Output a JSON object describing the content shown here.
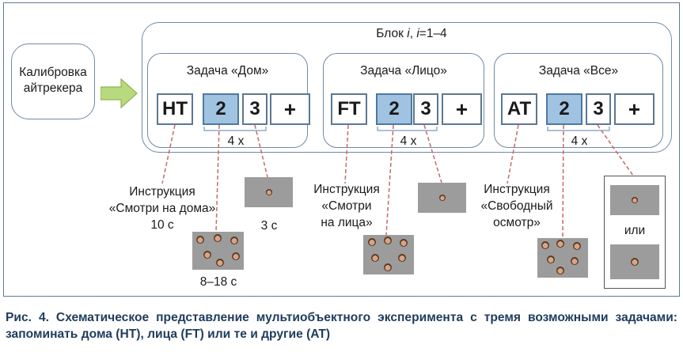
{
  "calibration": "Калибровка айтрекера",
  "block_title_prefix": "Блок ",
  "block_i": "i",
  "block_eq": ", ",
  "block_i2": "i",
  "block_range": "=1–4",
  "tasks": [
    {
      "title": "Задача «Дом»",
      "code": "HT",
      "n2": "2",
      "n3": "3",
      "plus": "+",
      "repeat": "4 x"
    },
    {
      "title": "Задача «Лицо»",
      "code": "FT",
      "n2": "2",
      "n3": "3",
      "plus": "+",
      "repeat": "4 x"
    },
    {
      "title": "Задача «Все»",
      "code": "AT",
      "n2": "2",
      "n3": "3",
      "plus": "+",
      "repeat": "4 x"
    }
  ],
  "instructions": {
    "houses": [
      "Инструкция",
      "«Смотри на дома»",
      "10 с"
    ],
    "faces": [
      "Инструкция",
      "«Смотри",
      "на лица»"
    ],
    "free": [
      "Инструкция",
      "«Свободный",
      "осмотр»"
    ]
  },
  "labels": {
    "dur_8_18": "8–18 с",
    "dur_3": "3 с",
    "or": "или"
  },
  "caption": "Рис. 4. Схематическое представление мультиобъектного эксперимента с тремя возможными задачами: запоминать дома (HT), лица (FT) или те и другие (AT)",
  "colors": {
    "box_border": "#6e8ba6",
    "highlight_cell": "#9fc3e1",
    "arrow_fill": "#b9d97f",
    "dashed_line": "#c46a6a",
    "caption_text": "#1f3c5c",
    "stimulus_bg": "#9c9c9c"
  }
}
